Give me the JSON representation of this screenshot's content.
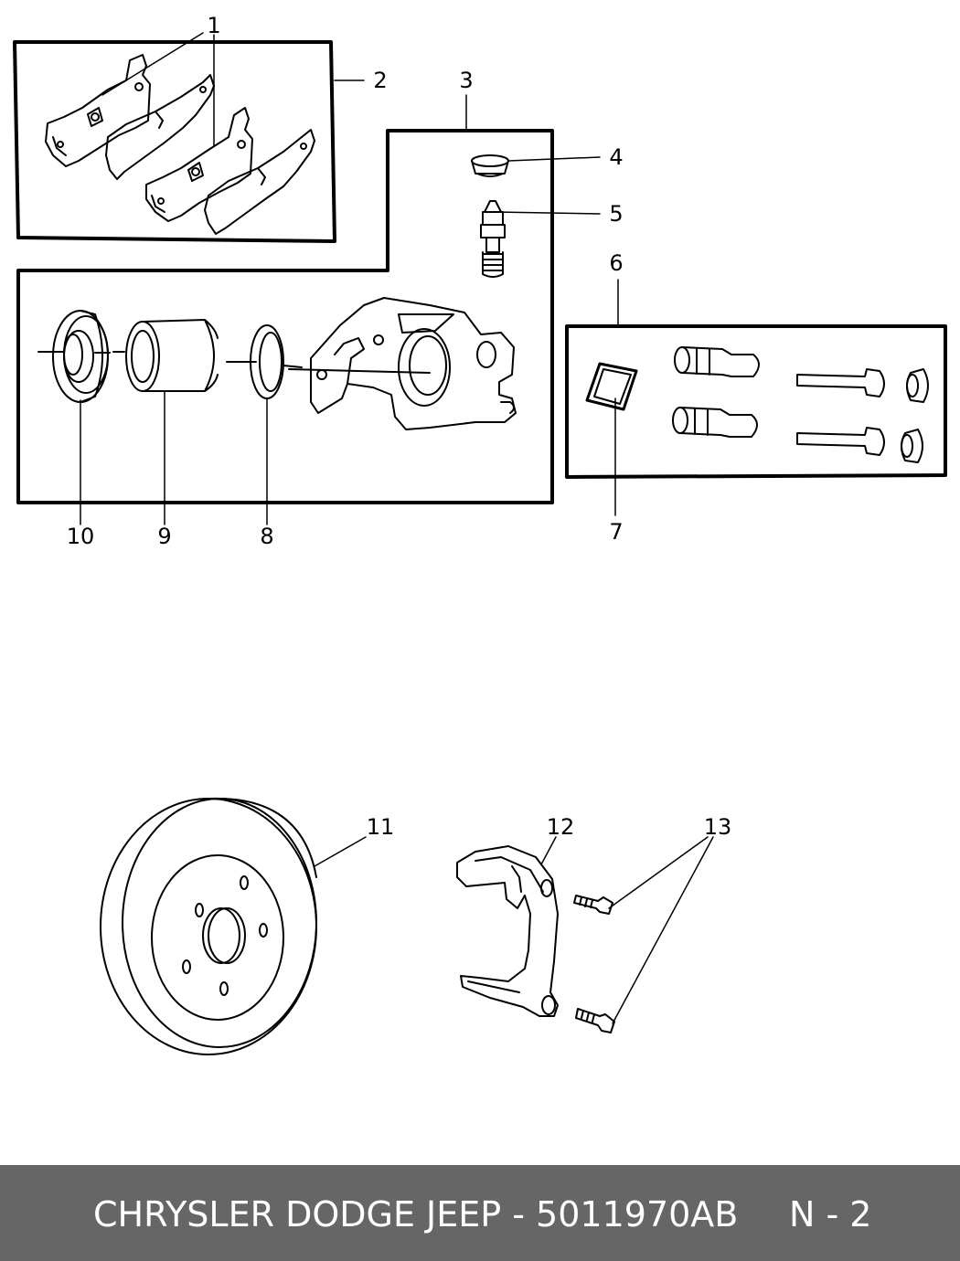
{
  "callouts": {
    "c1": "1",
    "c2": "2",
    "c3": "3",
    "c4": "4",
    "c5": "5",
    "c6": "6",
    "c7": "7",
    "c8": "8",
    "c9": "9",
    "c10": "10",
    "c11": "11",
    "c12": "12",
    "c13": "13"
  },
  "footer": {
    "brand_text": "CHRYSLER DODGE JEEP - 5011970AB",
    "page_text": "N - 2",
    "background_color": "#666666",
    "text_color": "#ffffff"
  }
}
